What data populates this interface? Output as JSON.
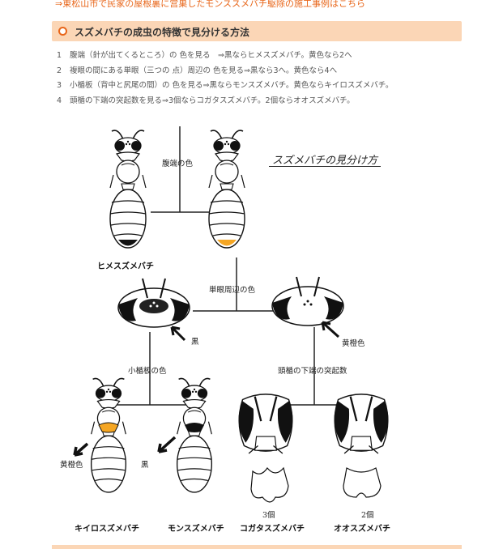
{
  "top_link": "⇒東松山市で民家の屋根裏に営巣したモンススメバチ駆除の施工事例はこちら",
  "section": {
    "title": "スズメバチの成虫の特徴で見分ける方法"
  },
  "steps": [
    {
      "num": "1",
      "text": "腹端（針が出てくるところ）の 色を見る　⇒黒ならヒメスズメバチ。黄色なら2へ"
    },
    {
      "num": "2",
      "text": "複眼の間にある単眼（三つの 点）周辺の 色を見る⇒黒なら3へ。黄色なら4へ"
    },
    {
      "num": "3",
      "text": "小楯板（背中と尻尾の間）の 色を見る⇒黒ならモンスズメバチ。黄色ならキイロスズメバチ。"
    },
    {
      "num": "4",
      "text": "頭楯の下端の突起数を見る⇒3個ならコガタスズメバチ。2個ならオオスズメバチ。"
    }
  ],
  "diagram": {
    "title": "スズメバチの見分け方",
    "labels": {
      "abdomen_tip_color": "腹端の色",
      "ocelli_area_color": "単眼周辺の色",
      "black": "黒",
      "yellow_orange": "黄橙色",
      "scutellum_color": "小楯板の色",
      "clypeus_projections": "頭楯の下端の突起数",
      "yellow_orange_left": "黄橙色",
      "black_mid": "黒",
      "three_count": "3個",
      "two_count": "2個"
    },
    "species": {
      "hime": "ヒメスズメバチ",
      "kiiro": "キイロスズメバチ",
      "mon": "モンスズメバチ",
      "kogata": "コガタスズメバチ",
      "oo": "オオスズメバチ"
    },
    "colors": {
      "orange": "#f5a623",
      "ink": "#111111"
    }
  }
}
